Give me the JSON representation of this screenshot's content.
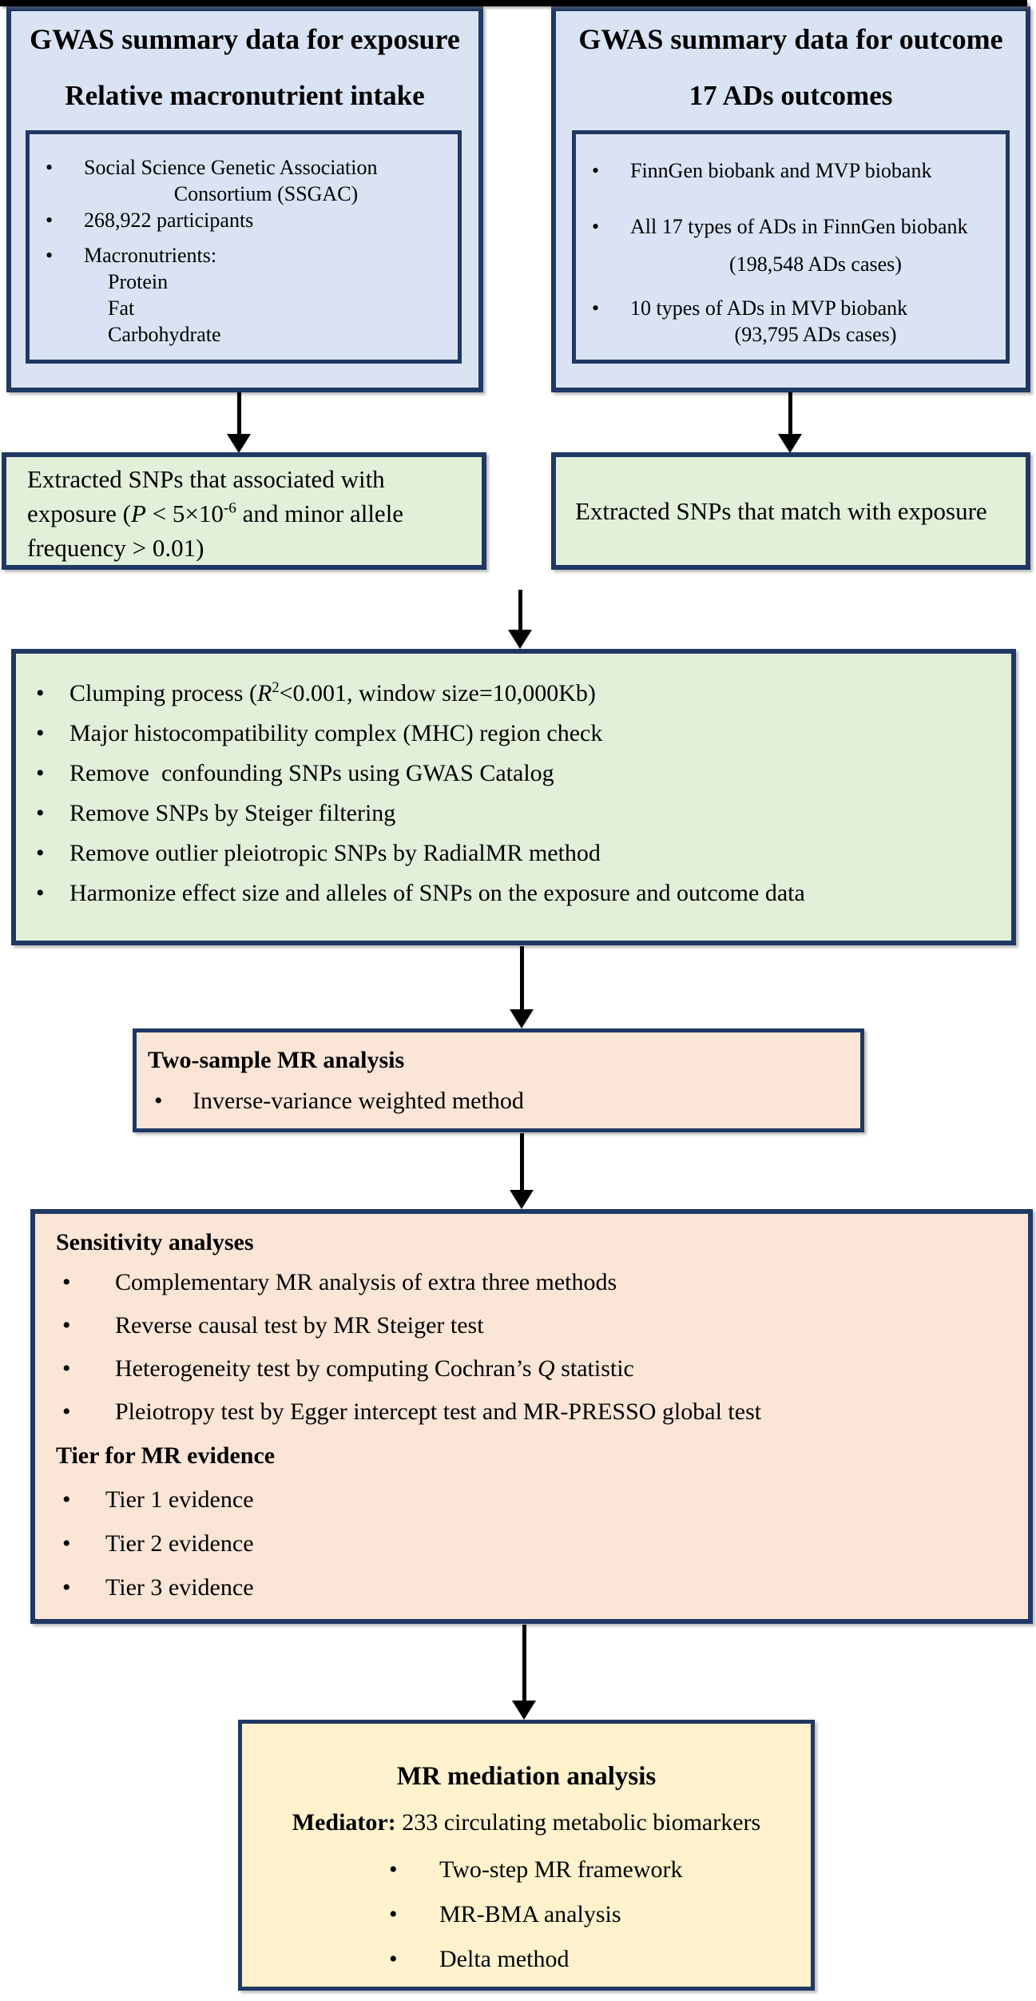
{
  "colors": {
    "border_navy": "#1f3864",
    "panel_blue": "#dae3f3",
    "panel_green": "#e2efd9",
    "panel_peach": "#fbe5d6",
    "panel_yellow": "#fff2cc",
    "connector_black": "#000000"
  },
  "exposure_box": {
    "title": "GWAS summary data for exposure",
    "subtitle": "Relative macronutrient intake",
    "bullet1_line1": "Social Science Genetic Association",
    "bullet1_line2": "Consortium (SSGAC)",
    "bullet2": "268,922 participants",
    "bullet3": "Macronutrients:",
    "bullet3_sub": [
      "Protein",
      "Fat",
      "Carbohydrate"
    ]
  },
  "outcome_box": {
    "title": "GWAS summary data for outcome",
    "subtitle": "17 ADs outcomes",
    "bullet1": "FinnGen biobank and MVP biobank",
    "bullet2_line1": "All 17 types of ADs in FinnGen biobank",
    "bullet2_line2": "(198,548 ADs cases)",
    "bullet3_line1": "10 types of ADs in MVP biobank",
    "bullet3_line2": "(93,795 ADs cases)"
  },
  "extract_exposure_box": {
    "line1": "Extracted SNPs that associated with",
    "line2_pre": "exposure (",
    "line2_italic": "P",
    "line2_mid": " < 5×10",
    "line2_sup": "-6",
    "line2_post": " and minor allele",
    "line3": "frequency > 0.01)"
  },
  "extract_outcome_box": {
    "text": "Extracted SNPs that match with exposure"
  },
  "qc_box": {
    "bullet1_pre": "Clumping process (",
    "bullet1_italic": "R",
    "bullet1_sup": "2",
    "bullet1_post": "<0.001, window size=10,000Kb)",
    "bullet2": "Major histocompatibility complex (MHC) region check",
    "bullet3": "Remove  confounding SNPs using GWAS Catalog",
    "bullet4": "Remove SNPs by Steiger filtering",
    "bullet5": "Remove outlier pleiotropic SNPs by RadialMR method",
    "bullet6": "Harmonize effect size and alleles of SNPs on the exposure and outcome data"
  },
  "mr_box": {
    "title": "Two-sample MR analysis",
    "bullet1": "Inverse-variance weighted method"
  },
  "sensitivity_box": {
    "heading1": "Sensitivity analyses",
    "bullet1": "Complementary MR analysis of extra three methods",
    "bullet2": "Reverse causal test by MR Steiger test",
    "bullet3_pre": "Heterogeneity test by computing Cochran’s ",
    "bullet3_italic": "Q",
    "bullet3_post": " statistic",
    "bullet4": "Pleiotropy test by Egger intercept test and MR-PRESSO global test",
    "heading2": "Tier for MR evidence",
    "tier1": "Tier 1 evidence",
    "tier2": "Tier 2 evidence",
    "tier3": "Tier 3 evidence"
  },
  "mediation_box": {
    "title": "MR mediation analysis",
    "mediator_label": "Mediator:",
    "mediator_text": " 233 circulating metabolic biomarkers",
    "bullet1": "Two-step MR framework",
    "bullet2": "MR-BMA analysis",
    "bullet3": "Delta method"
  }
}
